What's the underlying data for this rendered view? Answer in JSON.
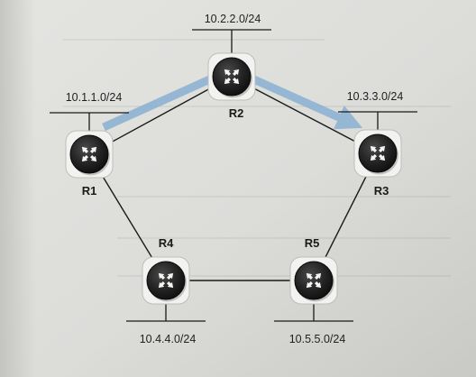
{
  "routers": [
    {
      "id": "R1",
      "label": "R1",
      "network": "10.1.1.0/24"
    },
    {
      "id": "R2",
      "label": "R2",
      "network": "10.2.2.0/24"
    },
    {
      "id": "R3",
      "label": "R3",
      "network": "10.3.3.0/24"
    },
    {
      "id": "R4",
      "label": "R4",
      "network": "10.4.4.0/24"
    },
    {
      "id": "R5",
      "label": "R5",
      "network": "10.5.5.0/24"
    }
  ],
  "links": [
    {
      "from": "R1",
      "to": "R2"
    },
    {
      "from": "R2",
      "to": "R3"
    },
    {
      "from": "R1",
      "to": "R4"
    },
    {
      "from": "R4",
      "to": "R5"
    },
    {
      "from": "R5",
      "to": "R3"
    }
  ],
  "highlighted_path": [
    "R1",
    "R2",
    "R3"
  ],
  "colors": {
    "path_arrow": "#8fb4d4",
    "router_body": "#1c1c1c",
    "router_frame": "#f2f2f0",
    "link": "#1a1a1a"
  },
  "icons": {
    "router": "router-cross-arrows-icon"
  }
}
